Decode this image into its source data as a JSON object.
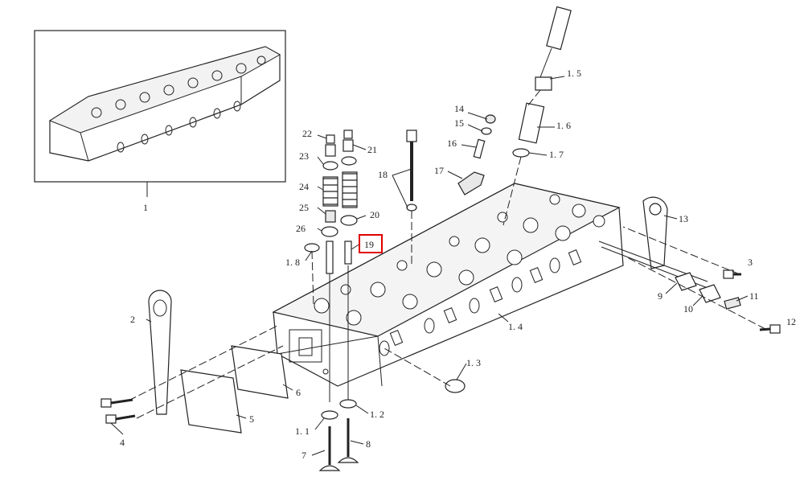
{
  "diagram": {
    "labels": {
      "p1": "1",
      "p1_1": "1. 1",
      "p1_2": "1. 2",
      "p1_3": "1. 3",
      "p1_4": "1. 4",
      "p1_5": "1. 5",
      "p1_6": "1. 6",
      "p1_7": "1. 7",
      "p1_8": "1. 8",
      "p2": "2",
      "p3": "3",
      "p4": "4",
      "p5": "5",
      "p6": "6",
      "p7": "7",
      "p8": "8",
      "p9": "9",
      "p10": "10",
      "p11": "11",
      "p12": "12",
      "p13": "13",
      "p14": "14",
      "p15": "15",
      "p16": "16",
      "p17": "17",
      "p18": "18",
      "p19": "19",
      "p20": "20",
      "p21": "21",
      "p22": "22",
      "p23": "23",
      "p24": "24",
      "p25": "25",
      "p26": "26"
    },
    "highlighted_label": "19",
    "highlight_color": "#e00000"
  }
}
